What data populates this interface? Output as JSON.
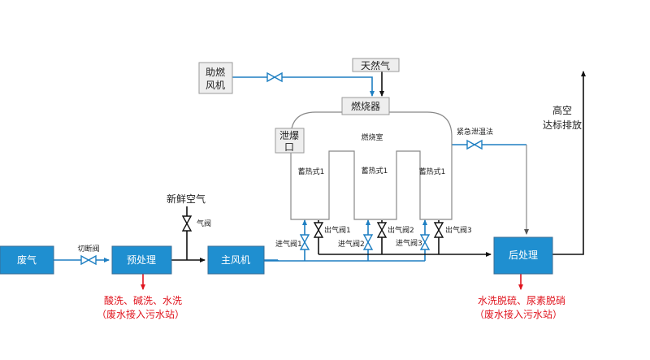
{
  "nodes": {
    "waste_gas": "废气",
    "pretreatment": "预处理",
    "main_fan": "主风机",
    "post_treatment": "后处理",
    "combustion_fan_l1": "助燃",
    "combustion_fan_l2": "风机",
    "natural_gas": "天然气",
    "burner": "燃烧器",
    "burst_port_l1": "泄爆",
    "burst_port_l2": "口",
    "combustion_chamber": "燃烧室",
    "regenerator_1": "蓄热式1",
    "regenerator_2": "蓄热式1",
    "regenerator_3": "蓄热式1"
  },
  "labels": {
    "cutoff_valve": "切断阀",
    "fresh_air": "新鲜空气",
    "air_valve": "气阀",
    "inlet_valve_1": "进气阀1",
    "inlet_valve_2": "进气阀2",
    "inlet_valve_3": "进气阀3",
    "outlet_valve_1": "出气阀1",
    "outlet_valve_2": "出气阀2",
    "outlet_valve_3": "出气阀3",
    "emergency_valve": "紧急泄温法",
    "exhaust_l1": "高空",
    "exhaust_l2": "达标排放"
  },
  "outputs": {
    "pre_l1": "酸洗、碱洗、水洗",
    "pre_l2": "（废水接入污水站）",
    "post_l1": "水洗脱硫、尿素脱硝",
    "post_l2": "（废水接入污水站）"
  },
  "colors": {
    "process_box": "#1f8fd0",
    "inlet_flow": "#1e7fc2",
    "wastewater_flow": "#e0141e",
    "outlet_flow": "#111111"
  }
}
